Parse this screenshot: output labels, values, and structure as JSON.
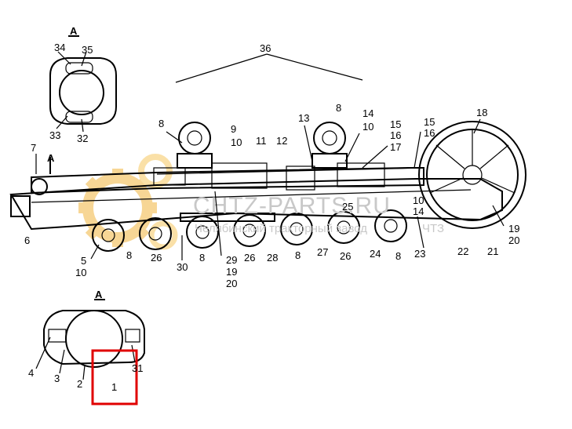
{
  "watermark": {
    "site": "CHTZ-PARTS.RU",
    "subtitle": "Челябинский тракторный завод",
    "logo_lettering": "ЧТЗ"
  },
  "view_marks": {
    "top_view": "A",
    "main_arrow": "A",
    "bottom_view": "A"
  },
  "highlight": {
    "color": "#e00000",
    "label": "1"
  },
  "callouts": {
    "c36": "36",
    "c34": "34",
    "c35": "35",
    "c33": "33",
    "c32": "32",
    "c7": "7",
    "c6": "6",
    "c8a": "8",
    "c9": "9",
    "c10a": "10",
    "c11": "11",
    "c12": "12",
    "c13": "13",
    "c8b": "8",
    "c14a": "14",
    "c10b": "10",
    "c15a": "15",
    "c16a": "16",
    "c17": "17",
    "c15b": "15",
    "c16b": "16",
    "c18": "18",
    "c25": "25",
    "c10c": "10",
    "c14b": "14",
    "c5": "5",
    "c10d": "10",
    "c8c": "8",
    "c26a": "26",
    "c30": "30",
    "c8d": "8",
    "c29": "29",
    "c19a": "19",
    "c20a": "20",
    "c26b": "26",
    "c28": "28",
    "c8e": "8",
    "c27": "27",
    "c26c": "26",
    "c24": "24",
    "c8f": "8",
    "c23": "23",
    "c22": "22",
    "c21": "21",
    "c19b": "19",
    "c20b": "20",
    "c4": "4",
    "c3": "3",
    "c2": "2",
    "c31": "31"
  }
}
